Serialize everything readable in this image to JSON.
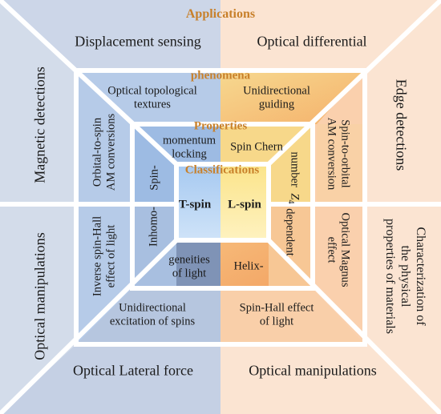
{
  "layers": {
    "outer": {
      "header": "Applications",
      "top_left": "Displacement sensing",
      "top_right": "Optical differential",
      "left_top": "Magnetic detections",
      "left_bottom": "Optical manipulations",
      "right_top": "Edge detections",
      "right_bottom": [
        "Characterization of",
        "the physical",
        "properties of materials"
      ],
      "bottom_left": "Optical Lateral force",
      "bottom_right": "Optical manipulations"
    },
    "phenomena": {
      "header": "phenomena",
      "top_left": [
        "Optical topological",
        "textures"
      ],
      "top_right": [
        "Unidirectional",
        "guiding"
      ],
      "left_top": [
        "Orbital-to-spin",
        "AM conversions"
      ],
      "left_bottom": [
        "Inverse spin-Hall",
        "effect of light"
      ],
      "right_top": [
        "Spin-to-orbital",
        "AM conversion"
      ],
      "right_bottom": [
        "Optical Magnus",
        "effect"
      ],
      "bottom_left": [
        "Unidirectional",
        "excitation of spins"
      ],
      "bottom_right": [
        "Spin-Hall effect",
        "of light"
      ]
    },
    "properties": {
      "header": "Properties",
      "top_left": [
        "momentum",
        "locking"
      ],
      "left_top": "Spin-",
      "top_right": "Spin Chern",
      "right_top": "number",
      "z4": "Z",
      "z4_sub": "4",
      "left_bottom": [
        "Inhomo-"
      ],
      "bottom_left": [
        "geneities",
        "of light"
      ],
      "right_bottom": "dependent",
      "bottom_right": "Helix-"
    },
    "classifications": {
      "header": "Classifications",
      "left": "T-spin",
      "right": "L-spin"
    }
  },
  "colors": {
    "header": "#c8802a",
    "blue_outer": "#d3dcea",
    "blue_mid": "#b6cbe8",
    "blue_inner": "#9bbbe6",
    "blue_core": "#a9cdf3",
    "peach_outer": "#fbe4d2",
    "peach_mid": "#f9d2b0",
    "orange_inner": "#f5b36f",
    "yellow_mid": "#f7d88a",
    "yellow_core": "#fde79a",
    "slate": "#7d8fb0"
  }
}
